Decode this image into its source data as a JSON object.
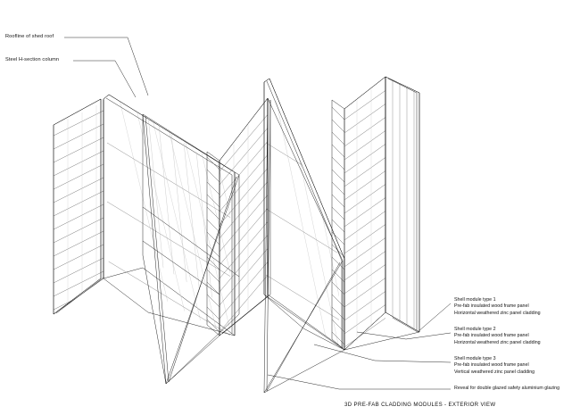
{
  "drawing": {
    "title": "3D PRE-FAB CLADDING MODULES - EXTERIOR VIEW",
    "type": "architectural-axonometric-line-drawing",
    "background_color": "#ffffff",
    "line_color": "#111111",
    "light_line_color": "#b9b9b9"
  },
  "callouts_left": [
    {
      "id": "roofline",
      "label": "Roofline of shed roof"
    },
    {
      "id": "steel-column",
      "label": "Steel H-section column"
    }
  ],
  "callouts_right": [
    {
      "id": "shell-module-type-1",
      "lines": [
        "Shell  module type 1",
        "Pre-fab insulated wood frame panel",
        "Horizontal weathered zinc panel cladding"
      ]
    },
    {
      "id": "shell-module-type-2",
      "lines": [
        "Shell  module type 2",
        "Pre-fab insulated wood frame panel",
        "Horizontal weathered zinc panel cladding"
      ]
    },
    {
      "id": "shell-module-type-3",
      "lines": [
        "Shell  module type 3",
        "Pre-fab insulated wood frame panel",
        "Vertical weathered zinc panel cladding"
      ]
    },
    {
      "id": "glazing-reveal",
      "lines": [
        "Reveal for double glazed safety aluminium glazing"
      ]
    }
  ]
}
